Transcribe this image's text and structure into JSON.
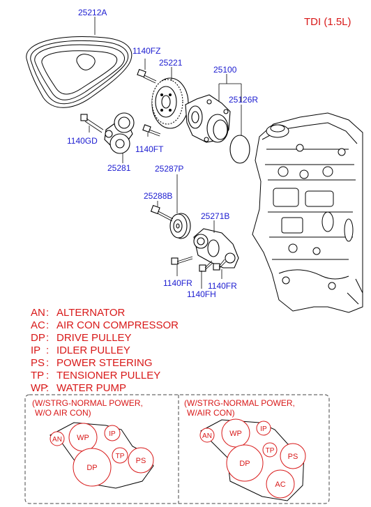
{
  "model": "TDI (1.5L)",
  "parts": {
    "belt": "25212A",
    "bolt_fz": "1140FZ",
    "pulley_wp": "25221",
    "water_pump": "25100",
    "gasket": "25126R",
    "bolt_gd": "1140GD",
    "bolt_ft": "1140FT",
    "tensioner": "25281",
    "idler_assy": "25287P",
    "idler_bolt": "25288B",
    "bracket": "25271B",
    "bolt_fr1": "1140FR",
    "bolt_fh": "1140FH",
    "bolt_fr2": "1140FR"
  },
  "legend": [
    {
      "abbr": "AN",
      "sep": ":",
      "text": "ALTERNATOR"
    },
    {
      "abbr": "AC",
      "sep": ":",
      "text": "AIR CON COMPRESSOR"
    },
    {
      "abbr": "DP",
      "sep": ":",
      "text": "DRIVE PULLEY"
    },
    {
      "abbr": "IP",
      "sep": ":",
      "text": "IDLER PULLEY"
    },
    {
      "abbr": "PS",
      "sep": ":",
      "text": "POWER STEERING"
    },
    {
      "abbr": "TP",
      "sep": ":",
      "text": "TENSIONER PULLEY"
    },
    {
      "abbr": "WP",
      "sep": ":",
      "text": "WATER PUMP"
    }
  ],
  "layouts": {
    "left": {
      "title_1": "(W/STRG-NORMAL POWER,",
      "title_2": "W/O AIR CON)"
    },
    "right": {
      "title_1": "(W/STRG-NORMAL POWER,",
      "title_2": "W/AIR CON)"
    }
  },
  "pulleys": {
    "an": "AN",
    "wp": "WP",
    "ip": "IP",
    "tp": "TP",
    "dp": "DP",
    "ps": "PS",
    "ac": "AC"
  }
}
